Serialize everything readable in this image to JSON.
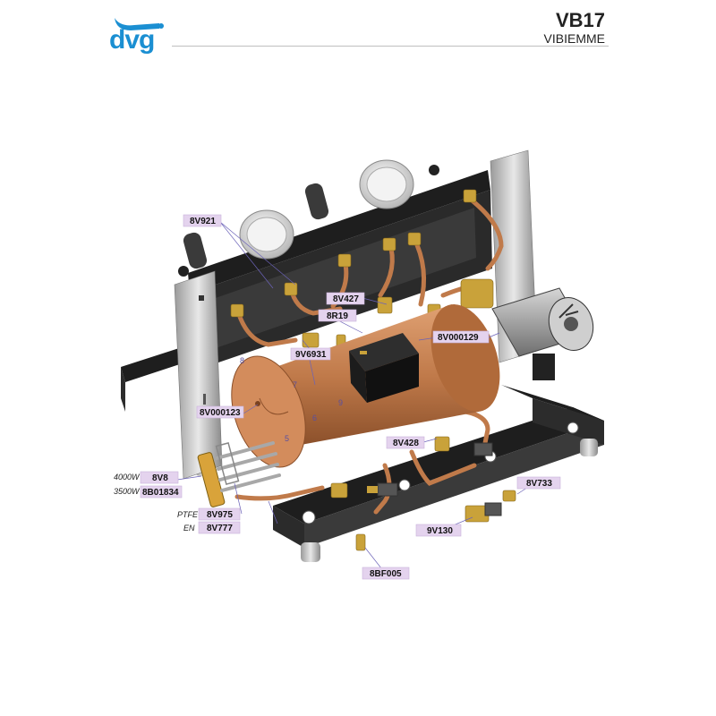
{
  "header": {
    "logo_text": "dvg",
    "model": "VB17",
    "brand": "VIBIEMME"
  },
  "parts": [
    {
      "code": "8V921"
    },
    {
      "code": "8V427"
    },
    {
      "code": "8R19"
    },
    {
      "code": "8V000129"
    },
    {
      "code": "9V6931"
    },
    {
      "code": "8V000123"
    },
    {
      "code": "8V428"
    },
    {
      "code": "8V8",
      "prefix": "4000W"
    },
    {
      "code": "8B01834",
      "prefix": "3500W"
    },
    {
      "code": "8V975",
      "prefix": "PTFE"
    },
    {
      "code": "8V777",
      "prefix": "EN"
    },
    {
      "code": "8V733"
    },
    {
      "code": "9V130"
    },
    {
      "code": "8BF005"
    }
  ],
  "callout_numbers": [
    "8",
    "7",
    "9",
    "6",
    "5"
  ],
  "colors": {
    "brand_blue": "#1b8fd2",
    "copper": "#c07a4a",
    "brass": "#c9a23a",
    "label_fill": "#e4d3ee",
    "frame_black": "#1e1e1e"
  }
}
